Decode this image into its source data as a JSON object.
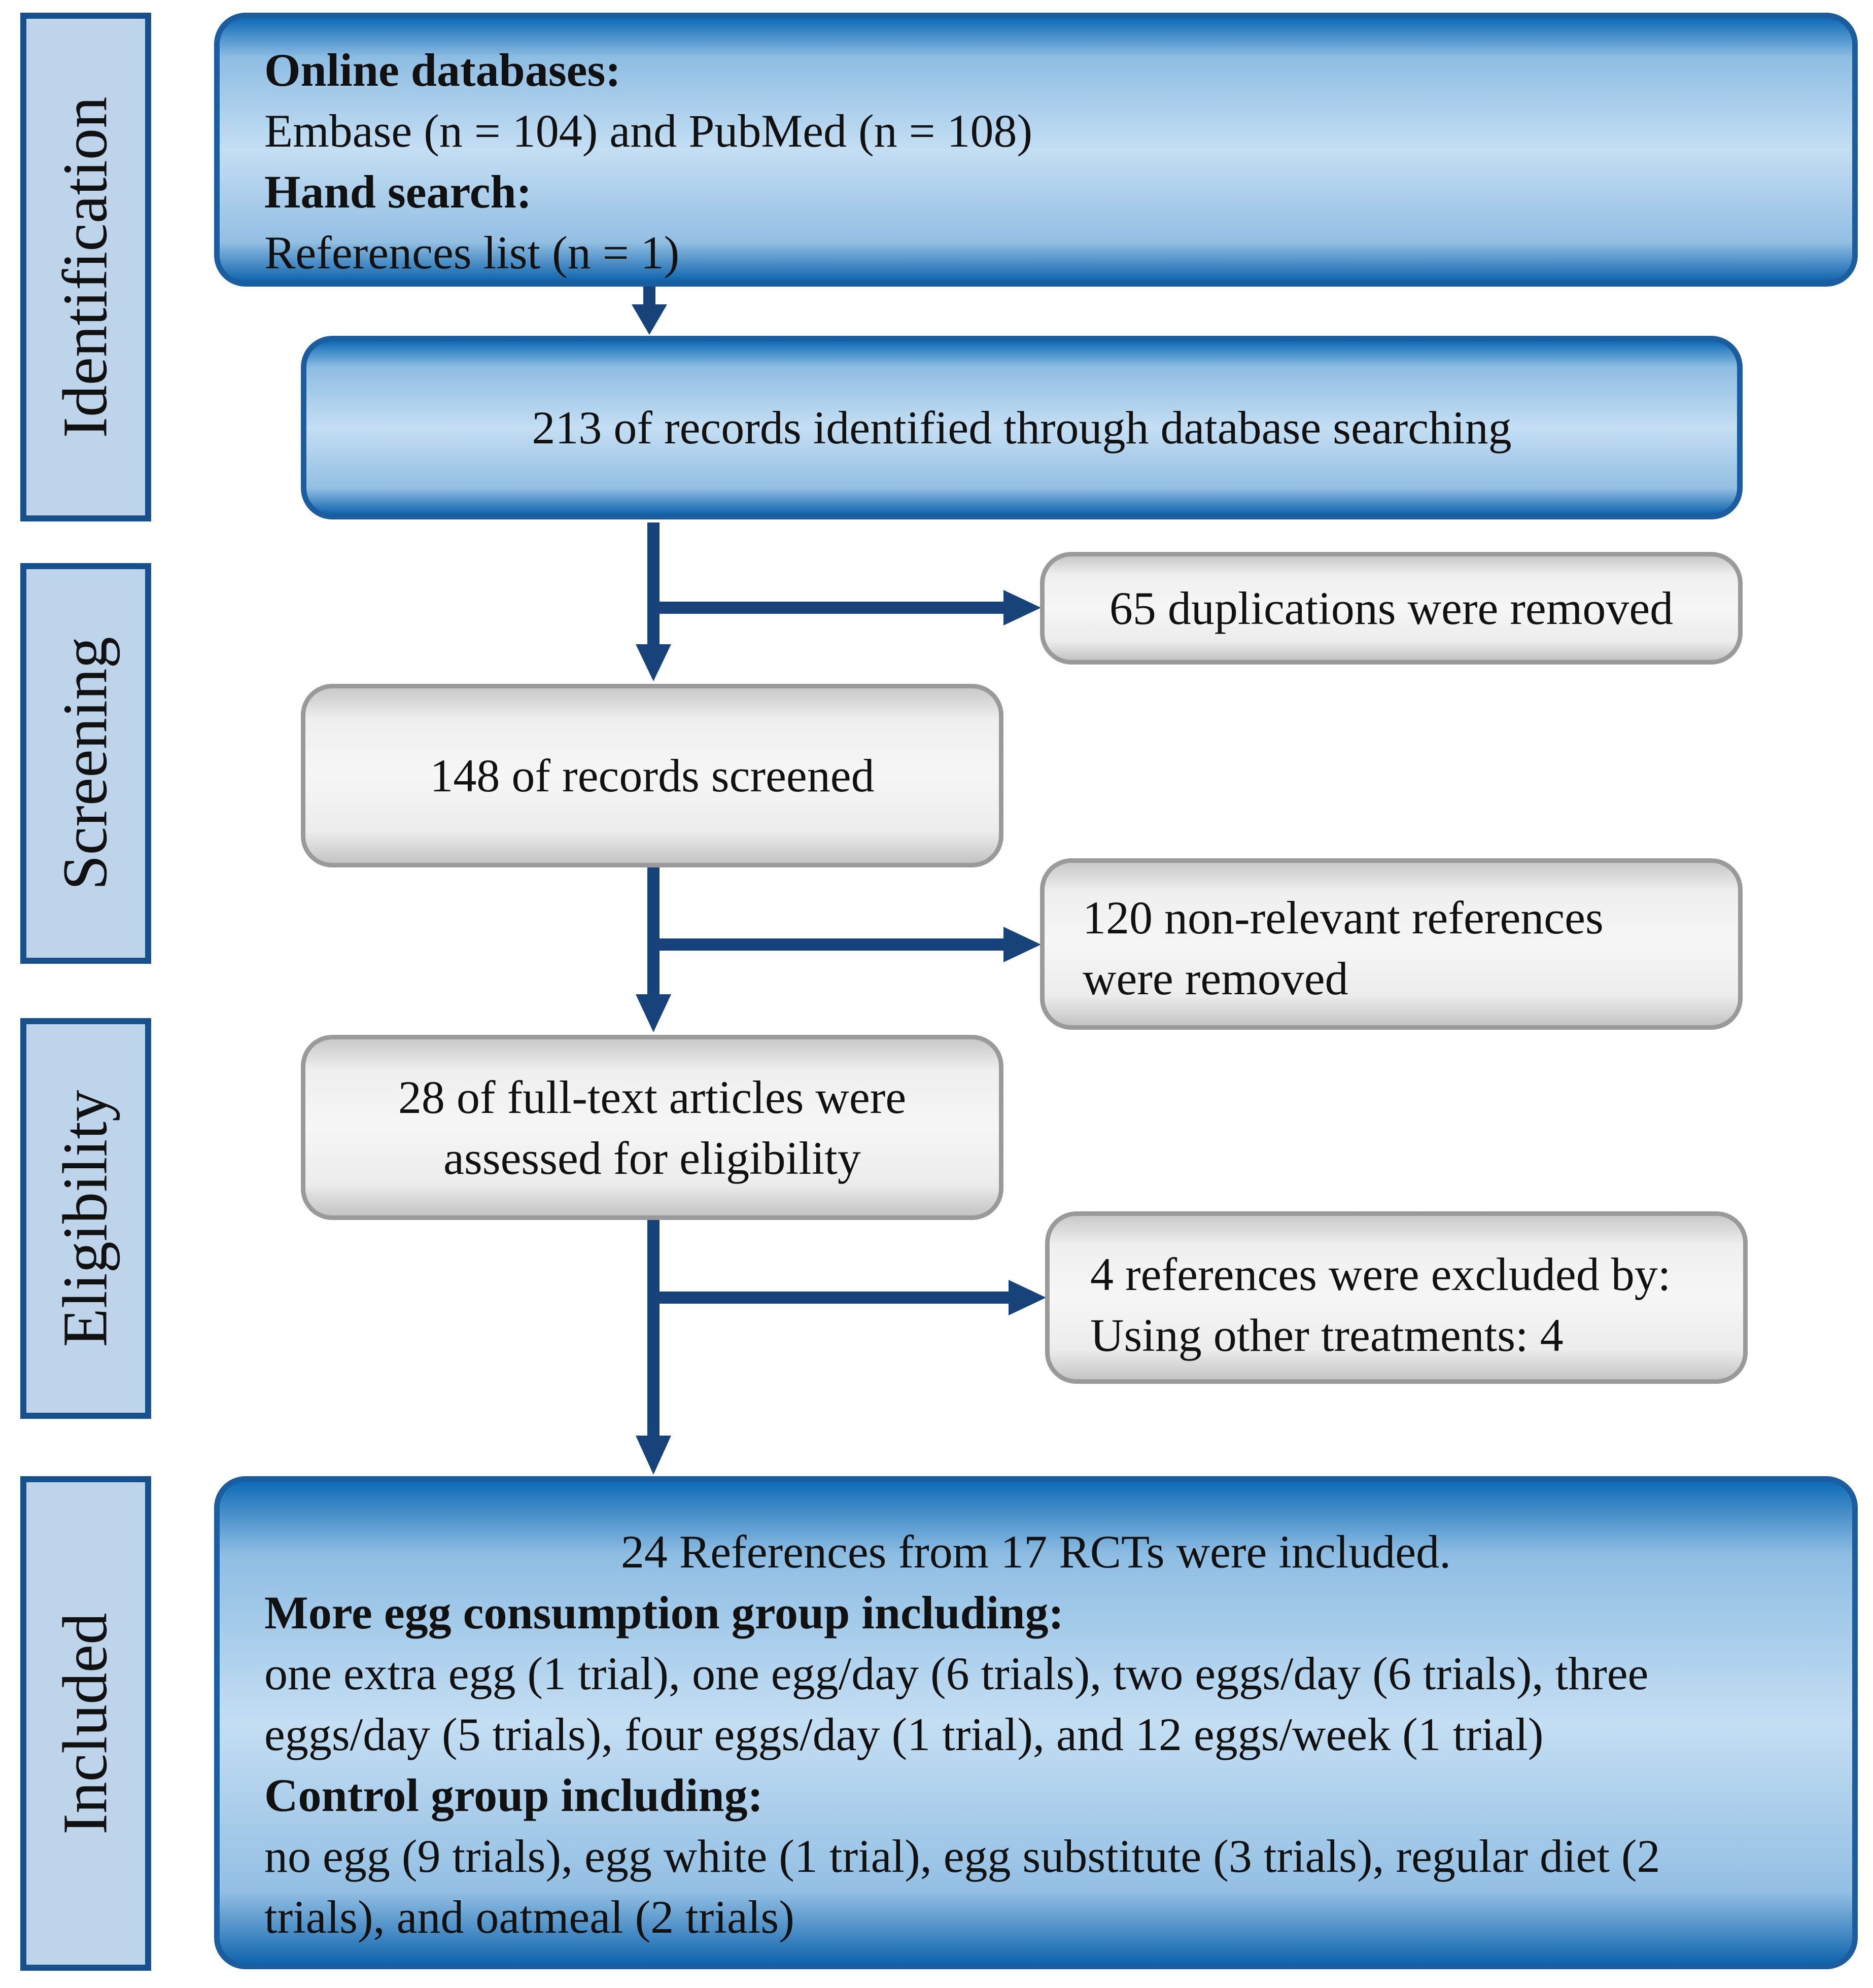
{
  "stages": {
    "identification": "Identification",
    "screening": "Screening",
    "eligibility": "Eligibility",
    "included": "Included"
  },
  "boxes": {
    "sources": {
      "online_heading": "Online databases:",
      "online_text": "Embase (n = 104) and PubMed (n = 108)",
      "hand_heading": "Hand search:",
      "hand_text": "References list (n = 1)"
    },
    "identified": "213  of records identified through database searching",
    "duplicates": "65 duplications were removed",
    "screened": "148  of records screened",
    "non_relevant": {
      "line1": "120 non-relevant references",
      "line2": "were removed"
    },
    "fulltext": {
      "line1": "28 of full-text articles were",
      "line2": "assessed for eligibility"
    },
    "excluded": {
      "line1": "4 references were excluded by:",
      "line2": "Using other treatments: 4"
    },
    "included": {
      "summary": "24  References from 17 RCTs were included.",
      "more_heading": "More egg consumption group including:",
      "more_line1": "one extra egg (1 trial), one egg/day (6 trials), two eggs/day (6 trials), three",
      "more_line2": "eggs/day (5 trials), four eggs/day (1 trial), and 12 eggs/week (1 trial)",
      "control_heading": "Control group including:",
      "control_line1": "no egg (9 trials), egg white (1 trial), egg substitute (3 trials), regular diet (2",
      "control_line2": "trials), and oatmeal (2 trials)"
    }
  },
  "colors": {
    "arrow": "#17437a",
    "blue_border": "#1b5d9e",
    "gray_border": "#9a9a9a"
  }
}
